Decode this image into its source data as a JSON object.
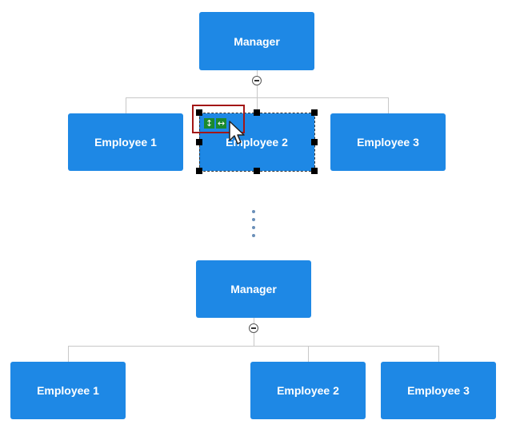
{
  "top_chart": {
    "manager": {
      "label": "Manager"
    },
    "employees": [
      {
        "label": "Employee 1"
      },
      {
        "label": "Employee 2"
      },
      {
        "label": "Employee 3"
      }
    ],
    "selection_tool_icons": [
      "vertical-resize-icon",
      "horizontal-resize-icon"
    ]
  },
  "bottom_chart": {
    "manager": {
      "label": "Manager"
    },
    "employees": [
      {
        "label": "Employee 1"
      },
      {
        "label": "Employee 2"
      },
      {
        "label": "Employee 3"
      }
    ]
  },
  "colors": {
    "node_fill": "#1e88e5",
    "connector": "#c8c8c8",
    "highlight_box": "#a31616",
    "tool_icon": "#1b8a2f"
  }
}
